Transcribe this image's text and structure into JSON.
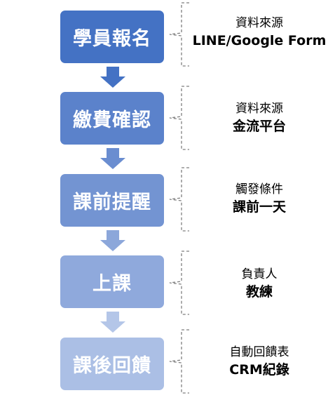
{
  "steps": [
    {
      "label": "學員報名",
      "color": "#4472C4",
      "note_caption": "資料來源",
      "note_value": "LINE/Google Form"
    },
    {
      "label": "繳費確認",
      "color": "#5B82CB",
      "note_caption": "資料來源",
      "note_value": "金流平台"
    },
    {
      "label": "課前提醒",
      "color": "#7394D2",
      "note_caption": "觸發條件",
      "note_value": "課前一天"
    },
    {
      "label": "上課",
      "color": "#8FA9DC",
      "note_caption": "負責人",
      "note_value": "教練"
    },
    {
      "label": "課後回饋",
      "color": "#ABBFE5",
      "note_caption": "自動回饋表",
      "note_value": "CRM紀錄"
    }
  ],
  "arrow_colors": [
    "#4472C4",
    "#6A8DD0",
    "#8CA7DA",
    "#B4C6E8"
  ],
  "bracket_color": "#7F7F7F"
}
